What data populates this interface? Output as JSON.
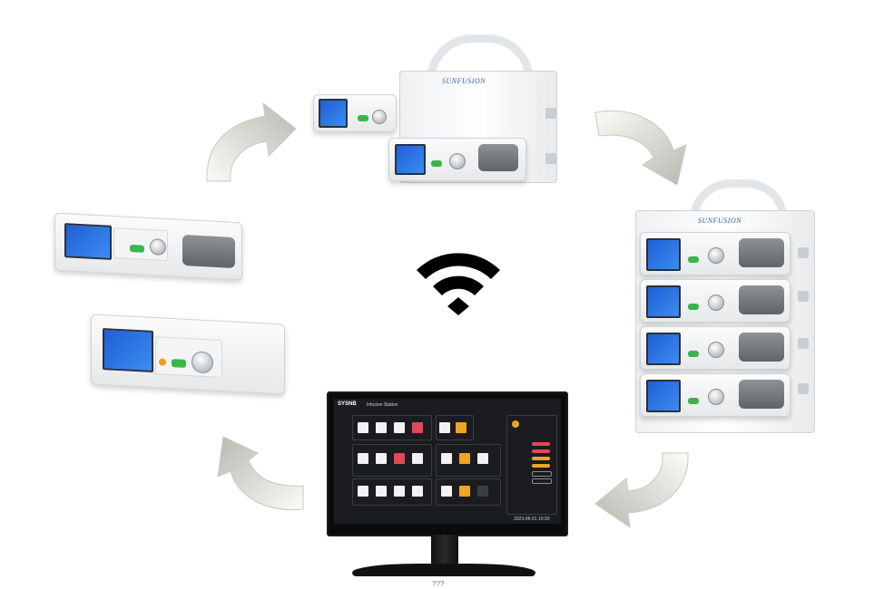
{
  "brand": {
    "label": "SUNFUSION"
  },
  "monitor": {
    "logo": "SYSNB",
    "header_text": "Infusion Station",
    "footer_text": "2023-06-01 10:30"
  },
  "colors": {
    "arrow_light": "#f4f4f0",
    "arrow_dark": "#bdbdb8",
    "pump_screen": "#2c74e4",
    "alarm_red": "#e2475a",
    "alarm_orange": "#f0a424",
    "start_green": "#39b54a"
  },
  "icons": [
    "curved-arrow-icon",
    "wifi-icon"
  ],
  "caption": "???"
}
